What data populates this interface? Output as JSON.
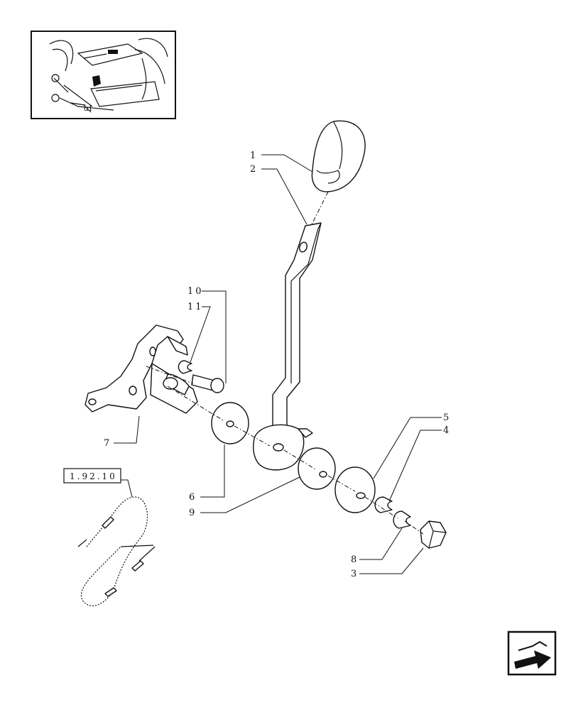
{
  "diagram": {
    "callouts": [
      "1",
      "2",
      "3",
      "4",
      "5",
      "6",
      "7",
      "8",
      "9",
      "10",
      "11"
    ],
    "reference_box": "1.92.10"
  },
  "icons": {
    "locator_thumbnail": "tractor-cab-locator-thumbnail",
    "nav_arrow": "next-page-arrow-icon"
  }
}
